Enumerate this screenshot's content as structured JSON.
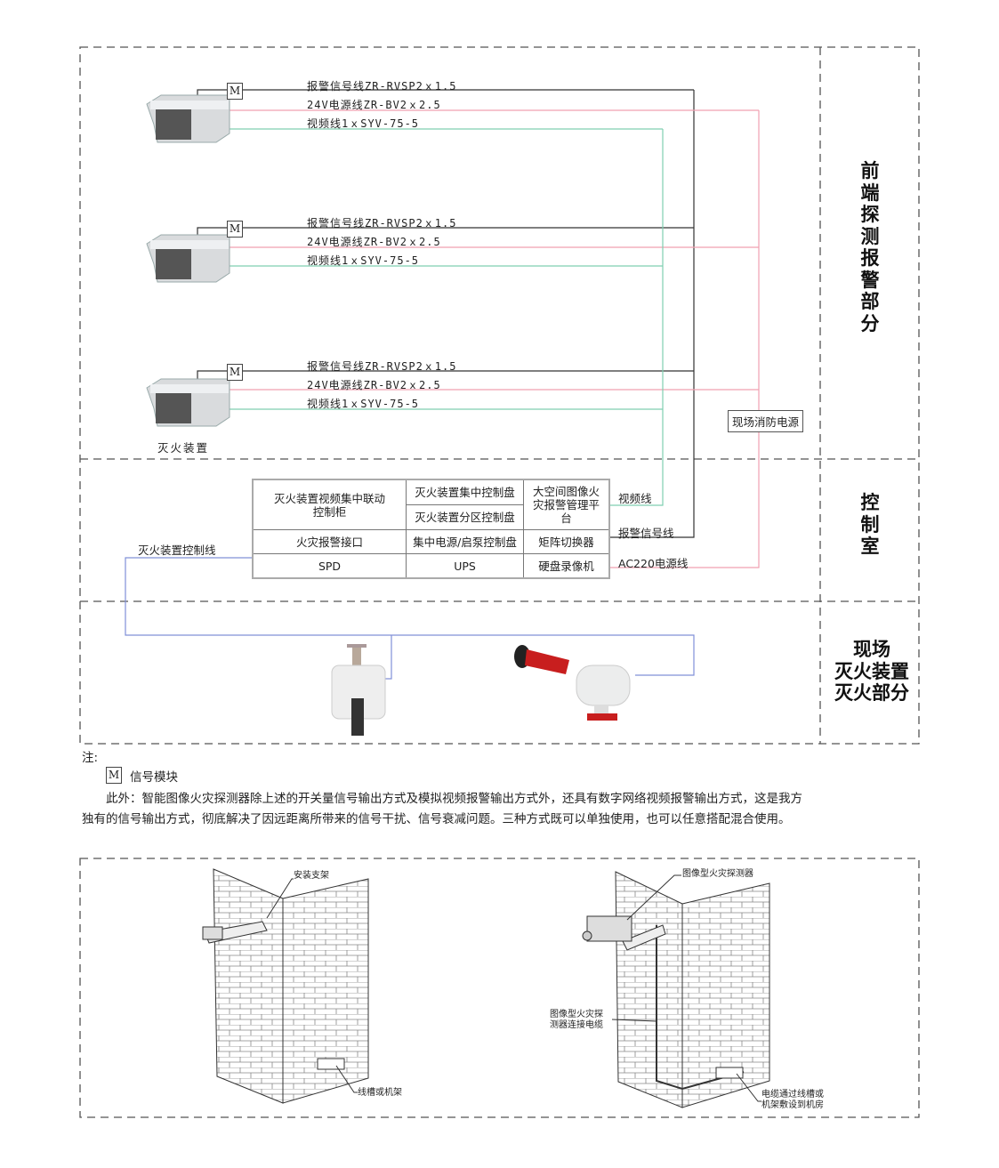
{
  "cameras": [
    {
      "module": "M",
      "alarm_line": "报警信号线ZR-RVSP2ｘ1.5",
      "power_line": "24V电源线ZR-BV2ｘ2.5",
      "video_line": "视频线1ｘSYV-75-5"
    },
    {
      "module": "M",
      "alarm_line": "报警信号线ZR-RVSP2ｘ1.5",
      "power_line": "24V电源线ZR-BV2ｘ2.5",
      "video_line": "视频线1ｘSYV-75-5"
    },
    {
      "module": "M",
      "alarm_line": "报警信号线ZR-RVSP2ｘ1.5",
      "power_line": "24V电源线ZR-BV2ｘ2.5",
      "video_line": "视频线1ｘSYV-75-5"
    }
  ],
  "device_label": "灭火装置",
  "site_power": "现场消防电源",
  "sections": {
    "front": "前端探测报警部分",
    "control": "控制室",
    "site": [
      "现场",
      "灭火装置",
      "灭火部分"
    ]
  },
  "control_table": {
    "r1c1": "灭火装置视频集中联动控制柜",
    "r1c2a": "灭火装置集中控制盘",
    "r1c2b": "灭火装置分区控制盘",
    "r1c3": "大空间图像火灾报警管理平台",
    "r2": [
      "火灾报警接口",
      "集中电源/启泵控制盘",
      "矩阵切换器"
    ],
    "r3": [
      "SPD",
      "UPS",
      "硬盘录像机"
    ]
  },
  "control_lines": {
    "video": "视频线",
    "alarm": "报警信号线",
    "power": "AC220电源线",
    "extinguisher": "灭火装置控制线"
  },
  "colors": {
    "alarm": "#333333",
    "power": "#f0a0b0",
    "video": "#7fcfb0",
    "control": "#8090d8"
  },
  "notes": {
    "title": "注:",
    "module_symbol": "M",
    "module_label": "信号模块",
    "para_line1": "此外：智能图像火灾探测器除上述的开关量信号输出方式及模拟视频报警输出方式外，还具有数字网络视频报警输出方式，这是我方",
    "para_line2": "独有的信号输出方式，彻底解决了因远距离所带来的信号干扰、信号衰减问题。三种方式既可以单独使用，也可以任意搭配混合使用。"
  },
  "install": {
    "left": {
      "bracket": "安装支架",
      "trunk": "线槽或机架"
    },
    "right": {
      "detector": "图像型火灾探测器",
      "cable": [
        "图像型火灾探",
        "测器连接电缆"
      ],
      "route": [
        "电缆通过线槽或",
        "机架敷设到机房"
      ]
    }
  }
}
